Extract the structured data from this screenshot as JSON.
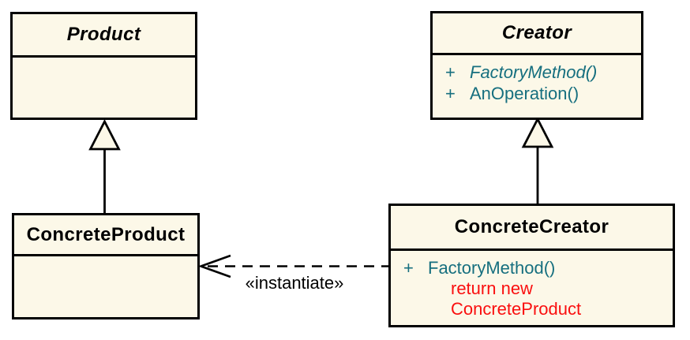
{
  "colors": {
    "page_bg": "#FFFFFF",
    "box_fill": "#FCF8E8",
    "box_border": "#000000",
    "method_color": "#166F7F",
    "note_color": "#FA0F0F",
    "label_color": "#000000"
  },
  "classes": {
    "product": {
      "title": "Product",
      "abstract": true
    },
    "creator": {
      "title": "Creator",
      "abstract": true,
      "methods": [
        {
          "visibility": "+",
          "signature": "FactoryMethod()",
          "abstract": true
        },
        {
          "visibility": "+",
          "signature": "AnOperation()",
          "abstract": false
        }
      ]
    },
    "concrete_product": {
      "title": "ConcreteProduct"
    },
    "concrete_creator": {
      "title": "ConcreteCreator",
      "methods": [
        {
          "visibility": "+",
          "signature": "FactoryMethod()",
          "abstract": false
        }
      ],
      "note_lines": [
        "return new",
        "ConcreteProduct"
      ]
    }
  },
  "relationships": {
    "instantiate_label": "«instantiate»"
  }
}
